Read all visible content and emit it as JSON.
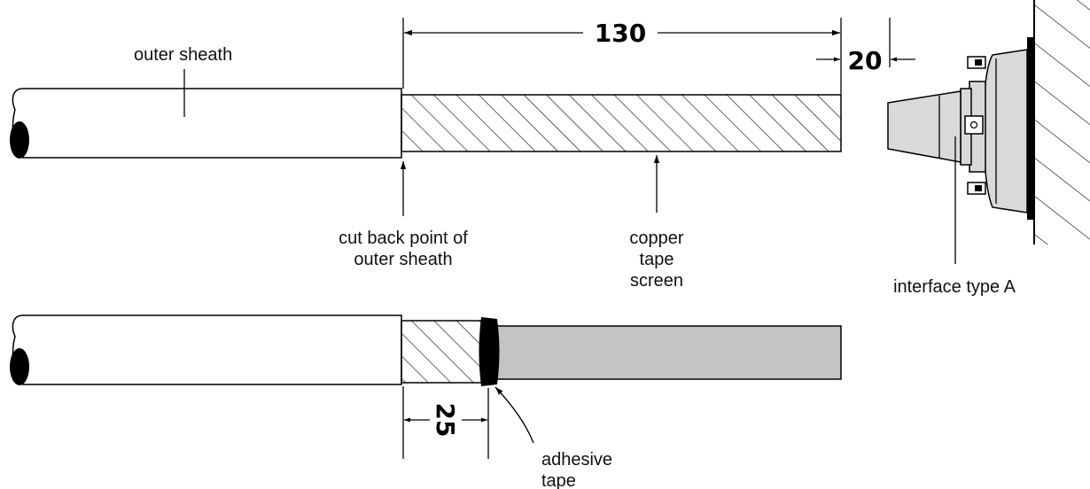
{
  "labels": {
    "outer_sheath": "outer sheath",
    "cut_back_line1": "cut back point of",
    "cut_back_line2": "outer sheath",
    "copper_line1": "copper",
    "copper_line2": "tape",
    "copper_line3": "screen",
    "interface": "interface type A",
    "adhesive_line1": "adhesive",
    "adhesive_line2": "tape"
  },
  "dimensions": {
    "length_130": "130",
    "gap_20": "20",
    "length_25": "25"
  },
  "colors": {
    "ink": "#000000",
    "tape_grey": "#c4c4c4",
    "interface_grey": "#d9d9d9",
    "background": "#ffffff"
  }
}
